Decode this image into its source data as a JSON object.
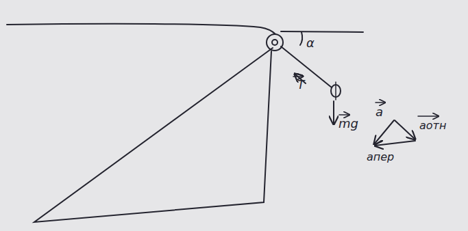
{
  "diagram": {
    "labels": [
      "α",
      "T",
      "mg",
      "a",
      "aотн",
      "aпер"
    ]
  }
}
